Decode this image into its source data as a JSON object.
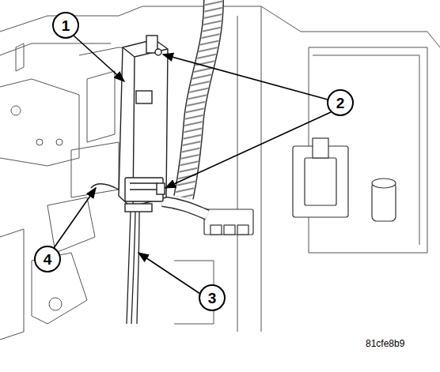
{
  "diagram": {
    "labels": [
      "1",
      "2",
      "4",
      "3",
      "81cfe8b9"
    ]
  }
}
